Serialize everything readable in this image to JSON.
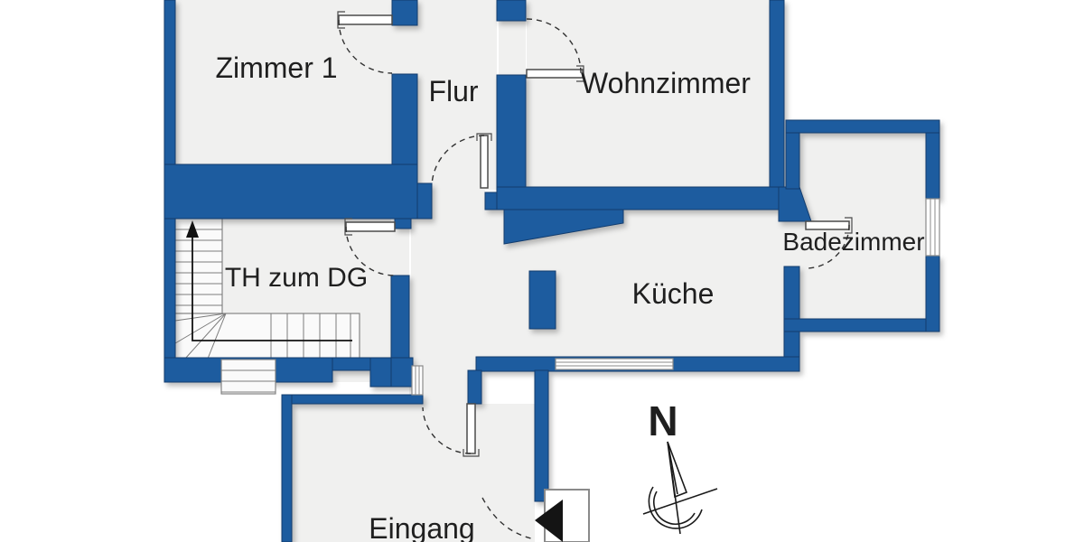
{
  "rooms": [
    {
      "id": "zimmer1",
      "label": "Zimmer 1"
    },
    {
      "id": "flur",
      "label": "Flur"
    },
    {
      "id": "wohnzimmer",
      "label": "Wohnzimmer"
    },
    {
      "id": "badezimmer",
      "label": "Badezimmer"
    },
    {
      "id": "kueche",
      "label": "Küche"
    },
    {
      "id": "treppenhaus",
      "label": "TH zum DG"
    },
    {
      "id": "eingang",
      "label": "Eingang"
    }
  ],
  "compass": {
    "north_label": "N"
  },
  "colors": {
    "wall_blue": "#1d5c9f",
    "wall_outline": "#123c6e",
    "floor_gray": "#f0f0ef",
    "background": "#ffffff",
    "label_text": "#1f1f1f"
  }
}
